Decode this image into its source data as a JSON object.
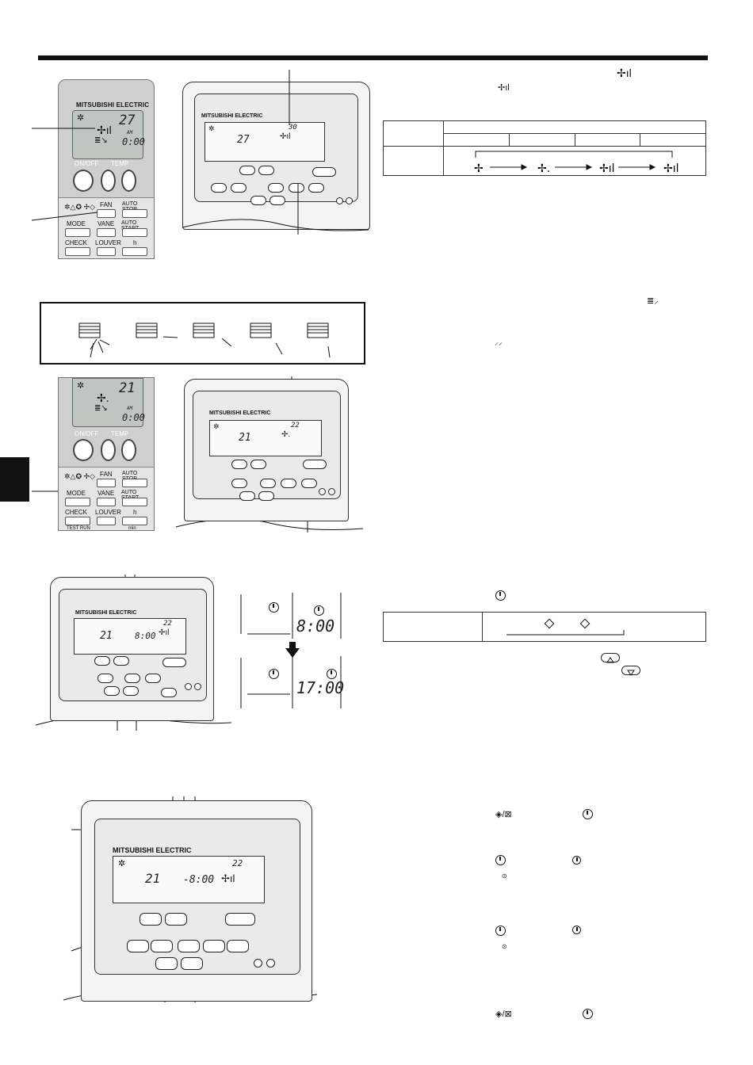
{
  "brand": "MITSUBISHI ELECTRIC",
  "remote_top": {
    "temp": "27",
    "time": "0:00",
    "am": "AM",
    "labels": {
      "onoff": "ON/OFF",
      "temp": "TEMP",
      "fan": "FAN",
      "auto_stop": "AUTO STOP",
      "mode": "MODE",
      "vane": "VANE",
      "auto_start": "AUTO START",
      "check": "CHECK",
      "louver": "LOUVER",
      "h": "h"
    }
  },
  "remote_mid": {
    "temp": "21",
    "time": "0:00",
    "am": "AM",
    "labels": {
      "onoff": "ON/OFF",
      "temp": "TEMP",
      "fan": "FAN",
      "auto_stop": "AUTO STOP",
      "mode": "MODE",
      "vane": "VANE",
      "auto_start": "AUTO START",
      "check": "CHECK",
      "louver": "LOUVER",
      "h": "h",
      "test_run": "TEST RUN",
      "min": "min"
    }
  },
  "wired_1": {
    "room": "27",
    "set": "30"
  },
  "wired_2": {
    "room": "21",
    "set": "22"
  },
  "wired_3": {
    "room": "21",
    "set": "22",
    "time": "8:00"
  },
  "wired_4": {
    "room": "21",
    "set": "22",
    "time": "-8:00"
  },
  "clock_panel": {
    "time_top": "8:00",
    "time_bottom": "17:00"
  },
  "icons": [
    "fan-speed-icon",
    "vane-icon",
    "swing-icon",
    "clock-icon",
    "on-off-timer-icon",
    "up-button-icon",
    "down-button-icon"
  ],
  "colors": {
    "ink": "#111111",
    "remote_body": "#cfcfcf",
    "lcd": "#bfc6c0"
  }
}
